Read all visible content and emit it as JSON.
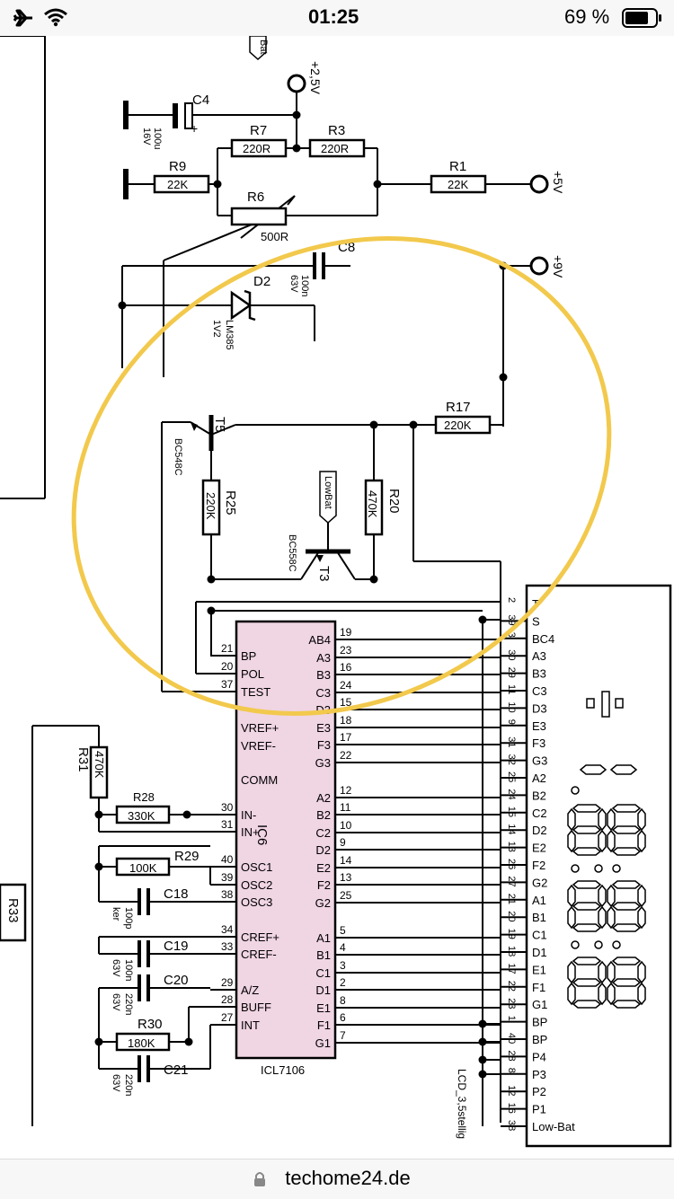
{
  "status_bar": {
    "time": "01:25",
    "battery": "69 %"
  },
  "browser": {
    "url": "techome24.de"
  },
  "schematic": {
    "components": {
      "c4": "C4",
      "c4_val": "100u",
      "c4_volt": "16V",
      "c4_plus": "+",
      "r7": "R7",
      "r7_val": "220R",
      "r3": "R3",
      "r3_val": "220R",
      "r9": "R9",
      "r9_val": "22K",
      "r1": "R1",
      "r1_val": "22K",
      "r6": "R6",
      "r6_val": "500R",
      "c8": "C8",
      "c8_val": "100n",
      "c8_volt": "63V",
      "d2": "D2",
      "d2_type": "LM385",
      "d2_volt": "1V2",
      "r17": "R17",
      "r17_val": "220K",
      "t5": "T5",
      "t5_type": "BC548C",
      "r25": "R25",
      "r25_val": "220K",
      "r20": "R20",
      "r20_val": "470K",
      "t3": "T3",
      "t3_type": "BC558C",
      "lowbat": "LowBat",
      "r31": "R31",
      "r31_val": "470K",
      "r28": "R28",
      "r28_val": "330K",
      "r29": "R29",
      "r29_val": "100K",
      "c18": "C18",
      "c18_val": "100p",
      "c18_type": "ker",
      "c19": "C19",
      "c19_val": "100n",
      "c19_volt": "63V",
      "c20": "C20",
      "c20_val": "220n",
      "c20_volt": "63V",
      "r30": "R30",
      "r30_val": "180K",
      "c21": "C21",
      "c21_val": "220n",
      "c21_volt": "63V",
      "r33": "R33",
      "bat_tag": "Bat"
    },
    "supplies": {
      "v25": "+2,5V",
      "v5": "+5V",
      "v9": "+9V"
    },
    "ic": {
      "name": "IC6",
      "type": "ICL7106",
      "left_pins": [
        {
          "num": "21",
          "name": "BP"
        },
        {
          "num": "20",
          "name": "POL"
        },
        {
          "num": "37",
          "name": "TEST"
        },
        {
          "num": "",
          "name": "VREF+"
        },
        {
          "num": "",
          "name": "VREF-"
        },
        {
          "num": "",
          "name": "COMM"
        },
        {
          "num": "30",
          "name": "IN-"
        },
        {
          "num": "31",
          "name": "IN+"
        },
        {
          "num": "40",
          "name": "OSC1"
        },
        {
          "num": "39",
          "name": "OSC2"
        },
        {
          "num": "38",
          "name": "OSC3"
        },
        {
          "num": "34",
          "name": "CREF+"
        },
        {
          "num": "33",
          "name": "CREF-"
        },
        {
          "num": "29",
          "name": "A/Z"
        },
        {
          "num": "28",
          "name": "BUFF"
        },
        {
          "num": "27",
          "name": "INT"
        }
      ],
      "right_pins": [
        {
          "num": "19",
          "name": "AB4"
        },
        {
          "num": "23",
          "name": "A3"
        },
        {
          "num": "16",
          "name": "B3"
        },
        {
          "num": "24",
          "name": "C3"
        },
        {
          "num": "15",
          "name": "D3"
        },
        {
          "num": "18",
          "name": "E3"
        },
        {
          "num": "17",
          "name": "F3"
        },
        {
          "num": "22",
          "name": "G3"
        },
        {
          "num": "12",
          "name": "A2"
        },
        {
          "num": "11",
          "name": "B2"
        },
        {
          "num": "10",
          "name": "C2"
        },
        {
          "num": "9",
          "name": "D2"
        },
        {
          "num": "14",
          "name": "E2"
        },
        {
          "num": "13",
          "name": "F2"
        },
        {
          "num": "25",
          "name": "G2"
        },
        {
          "num": "5",
          "name": "A1"
        },
        {
          "num": "4",
          "name": "B1"
        },
        {
          "num": "3",
          "name": "C1"
        },
        {
          "num": "2",
          "name": "D1"
        },
        {
          "num": "8",
          "name": "E1"
        },
        {
          "num": "6",
          "name": "F1"
        },
        {
          "num": "7",
          "name": "G1"
        }
      ]
    },
    "lcd": {
      "name": "LCD_3,5stellig",
      "pins": [
        {
          "num": "2",
          "name": "T"
        },
        {
          "num": "39",
          "name": "S"
        },
        {
          "num": "3",
          "name": "BC4"
        },
        {
          "num": "30",
          "name": "A3"
        },
        {
          "num": "29",
          "name": "B3"
        },
        {
          "num": "11",
          "name": "C3"
        },
        {
          "num": "10",
          "name": "D3"
        },
        {
          "num": "9",
          "name": "E3"
        },
        {
          "num": "31",
          "name": "F3"
        },
        {
          "num": "32",
          "name": "G3"
        },
        {
          "num": "25",
          "name": "A2"
        },
        {
          "num": "24",
          "name": "B2"
        },
        {
          "num": "15",
          "name": "C2"
        },
        {
          "num": "14",
          "name": "D2"
        },
        {
          "num": "13",
          "name": "E2"
        },
        {
          "num": "26",
          "name": "F2"
        },
        {
          "num": "27",
          "name": "G2"
        },
        {
          "num": "21",
          "name": "A1"
        },
        {
          "num": "20",
          "name": "B1"
        },
        {
          "num": "19",
          "name": "C1"
        },
        {
          "num": "18",
          "name": "D1"
        },
        {
          "num": "17",
          "name": "E1"
        },
        {
          "num": "22",
          "name": "F1"
        },
        {
          "num": "23",
          "name": "G1"
        },
        {
          "num": "1",
          "name": "BP"
        },
        {
          "num": "40",
          "name": "BP"
        },
        {
          "num": "28",
          "name": "P4"
        },
        {
          "num": "8",
          "name": "P3"
        },
        {
          "num": "12",
          "name": "P2"
        },
        {
          "num": "16",
          "name": "P1"
        },
        {
          "num": "38",
          "name": "Low-Bat"
        }
      ]
    },
    "colors": {
      "ic_fill": "#f0d5e3",
      "highlight": "#f2c94c",
      "wire": "#000000"
    }
  }
}
